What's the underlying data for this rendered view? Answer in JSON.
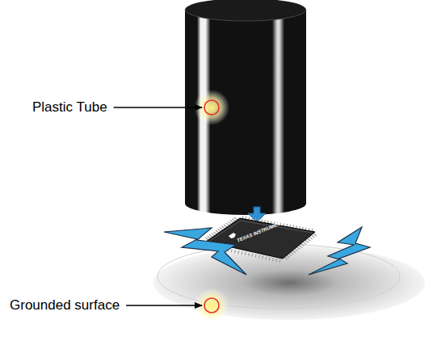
{
  "diagram": {
    "labels": [
      "Plastic Tube",
      "Grounded surface",
      "TEXAS INSTRUMENTS"
    ]
  }
}
